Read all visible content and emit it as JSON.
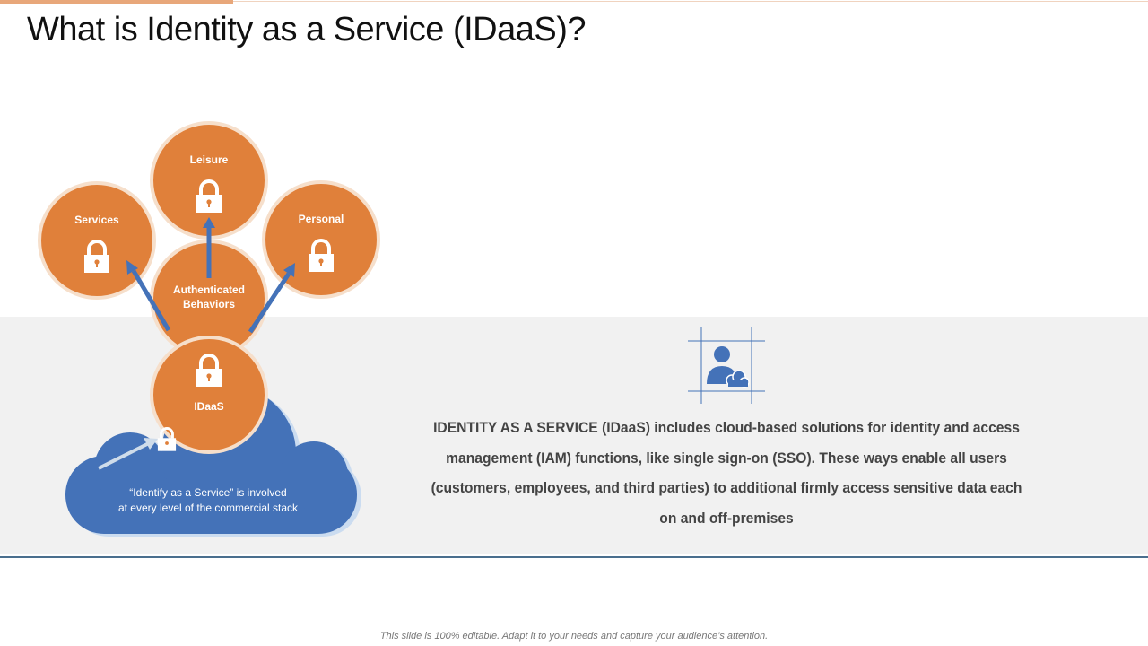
{
  "slide": {
    "title": "What is Identity as a Service (IDaaS)?",
    "description": "IDENTITY AS A SERVICE (IDaaS) includes cloud-based solutions for identity and access management (IAM) functions, like single sign-on (SSO). These ways enable all users (customers, employees, and third parties) to additional firmly access sensitive data each on and off-premises",
    "footer": "This slide is 100% editable. Adapt it to your needs and capture your audience’s attention."
  },
  "diagram": {
    "nodes": {
      "leisure": "Leisure",
      "services": "Services",
      "personal": "Personal",
      "authenticated_line1": "Authenticated",
      "authenticated_line2": "Behaviors",
      "idaas": "IDaaS"
    },
    "cloud": {
      "line1": "“Identify as a Service” is involved",
      "line2": "at every level of the commercial stack"
    }
  },
  "colors": {
    "orange": "#e0803a",
    "orange_border": "#f6dfcb",
    "blue": "#4472b8",
    "band": "#f1f1f1",
    "text": "#444444"
  },
  "icons": [
    "lock-icon",
    "user-cloud-icon",
    "arrow-icon"
  ]
}
